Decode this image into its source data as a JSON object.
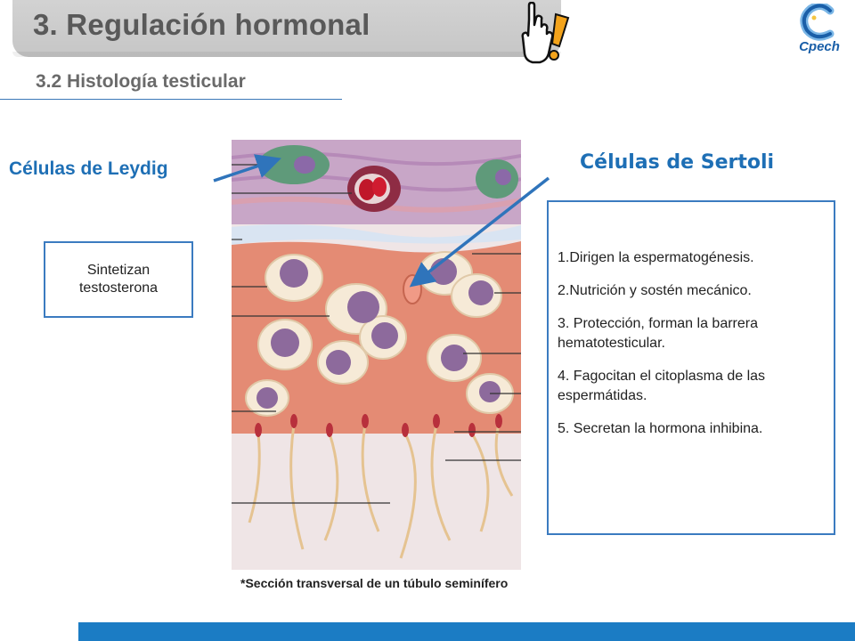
{
  "header": {
    "title": "3. Regulación hormonal",
    "subtitle": "3.2 Histología testicular",
    "logo_text": "Cpech",
    "icons": [
      "pointing-hand-icon",
      "exclamation-icon",
      "cpech-logo-icon"
    ]
  },
  "leydig": {
    "label": "Células de Leydig",
    "function": "Sintetizan testosterona"
  },
  "sertoli": {
    "label": "Células de Sertoli",
    "functions": [
      "1.Dirigen la espermatogénesis.",
      "2.Nutrición y sostén mecánico.",
      "3. Protección, forman la barrera hematotesticular.",
      "4. Fagocitan el citoplasma de las  espermátidas.",
      "5. Secretan la hormona inhibina."
    ]
  },
  "figure": {
    "caption": "*Sección transversal de un túbulo seminífero"
  },
  "colors": {
    "accent_blue": "#1e6fb5",
    "box_border": "#3b7bc0",
    "footer_bar": "#1b7cc4",
    "title_gray": "#595959"
  }
}
